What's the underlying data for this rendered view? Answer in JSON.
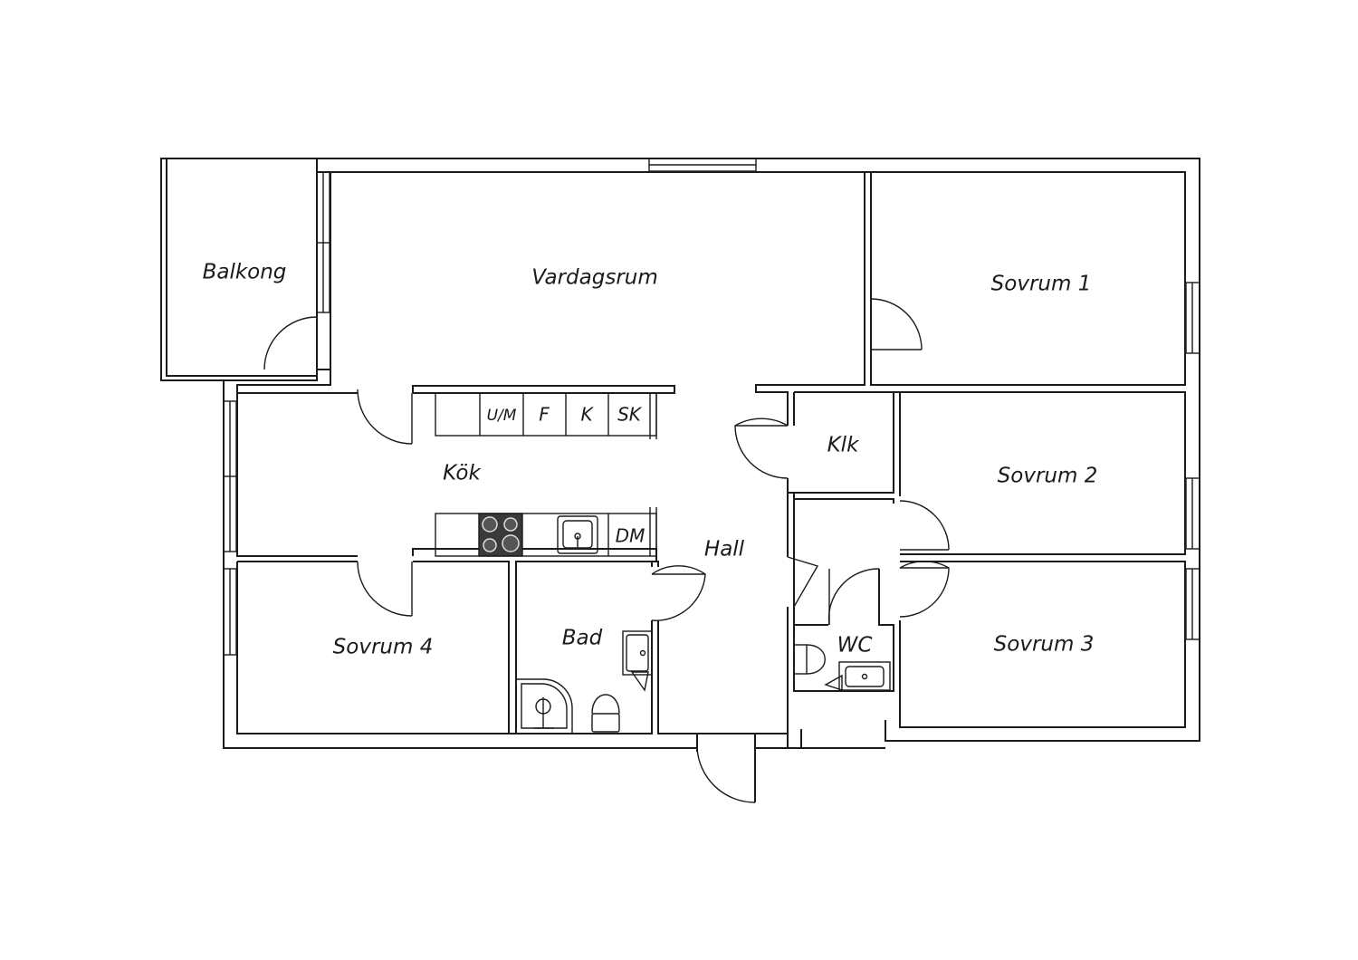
{
  "rooms": {
    "balkong": "Balkong",
    "vardagsrum": "Vardagsrum",
    "sovrum1": "Sovrum 1",
    "kok": "Kök",
    "klk": "Klk",
    "sovrum2": "Sovrum 2",
    "hall": "Hall",
    "sovrum4": "Sovrum 4",
    "bad": "Bad",
    "wc": "WC",
    "sovrum3": "Sovrum 3"
  },
  "appliances": {
    "um": "U/M",
    "f": "F",
    "k": "K",
    "sk": "SK",
    "dm": "DM"
  },
  "colors": {
    "line": "#1a1a1a",
    "background": "#ffffff",
    "stove": "#3a3a3a"
  }
}
